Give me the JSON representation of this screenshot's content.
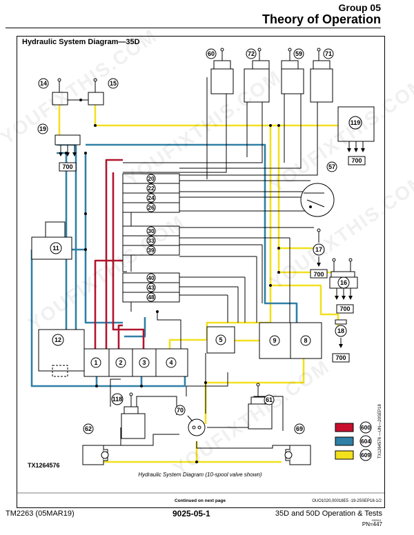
{
  "header": {
    "group": "Group 05",
    "title": "Theory of Operation"
  },
  "diagram": {
    "title": "Hydraulic System Diagram—35D",
    "caption": "Hydraulic System Diagram (10-spool valve shown)",
    "figure_id": "TX1264576",
    "side_code": "TX1264576 —UN—20SEP18",
    "continued": "Continued on next page",
    "doc_ref": "OUO1020,00018E5 -19-25SEP18-1/2",
    "components": {
      "c60": "60",
      "c72": "72",
      "c59": "59",
      "c71": "71",
      "c14": "14",
      "c15": "15",
      "c19": "19",
      "c700a": "700",
      "c119": "119",
      "c700b": "700",
      "c57": "57",
      "c20": "20",
      "c22": "22",
      "c24": "24",
      "c26": "26",
      "c30": "30",
      "c33": "33",
      "c39": "39",
      "c40": "40",
      "c43": "43",
      "c48": "48",
      "c11": "11",
      "c12": "12",
      "c1": "1",
      "c2": "2",
      "c3": "3",
      "c4": "4",
      "c5": "5",
      "c9": "9",
      "c8": "8",
      "c17": "17",
      "c700c": "700",
      "c16": "16",
      "c700d": "700",
      "c18": "18",
      "c700e": "700",
      "c118": "118",
      "c70": "70",
      "c61": "61",
      "c62": "62",
      "c69": "69"
    },
    "legend": [
      {
        "label": "600",
        "color": "#c8102e"
      },
      {
        "label": "604",
        "color": "#2f7fa6"
      },
      {
        "label": "609",
        "color": "#f2e01e"
      }
    ]
  },
  "footer": {
    "left": "TM2263 (05MAR19)",
    "middle": "9025-05-1",
    "right": "35D and 50D Operation & Tests",
    "small": "030519",
    "pn": "PN=447"
  },
  "watermark": "YOUFIXTHIS.COM"
}
